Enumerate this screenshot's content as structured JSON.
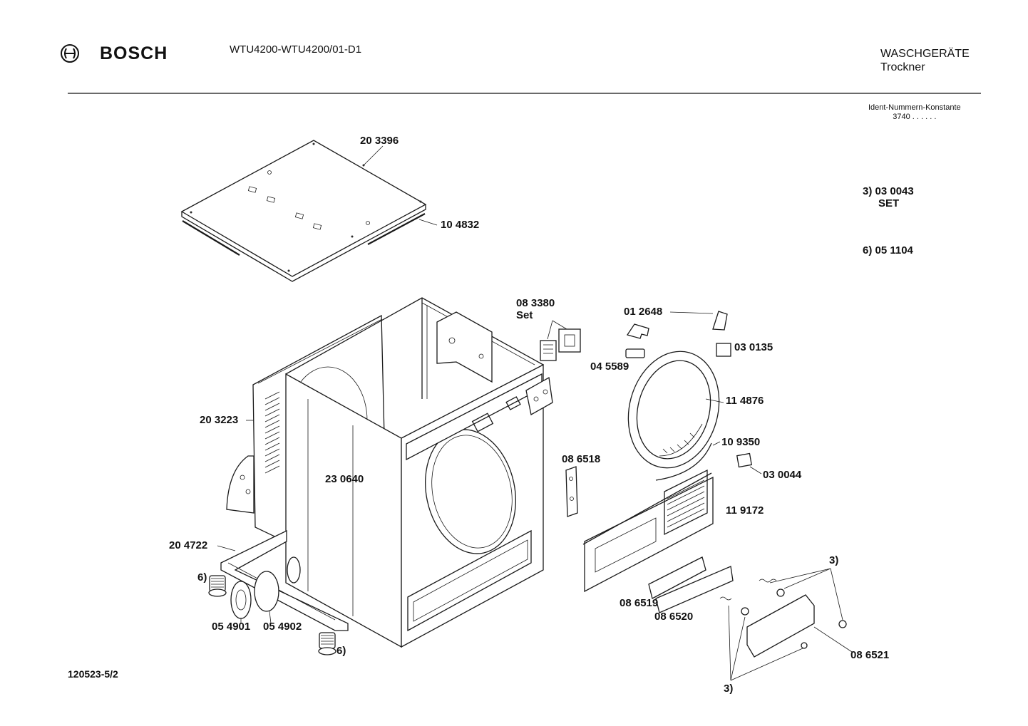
{
  "header": {
    "brand": "BOSCH",
    "model": "WTU4200-WTU4200/01-D1",
    "category": "WASCHGERÄTE",
    "subcategory": "Trockner",
    "ident_label": "Ident-Nummern-Konstante",
    "ident_value": "3740  . .   . . . ."
  },
  "notes": [
    {
      "line1": "3) 03 0043",
      "line2": "SET"
    },
    {
      "line1": "6) 05 1104"
    }
  ],
  "parts": {
    "p203396": "20 3396",
    "p104832": "10 4832",
    "p083380": "08 3380",
    "p083380b": "Set",
    "p012648": "01 2648",
    "p030135": "03 0135",
    "p045589": "04 5589",
    "p114876": "11 4876",
    "p203223": "20 3223",
    "p109350": "10 9350",
    "p086518": "08 6518",
    "p030044": "03 0044",
    "p230640": "23 0640",
    "p119172": "11 9172",
    "p204722": "20 4722",
    "p6a": "6)",
    "p3a": "3)",
    "p086519": "08 6519",
    "p086520": "08 6520",
    "p054901": "05 4901",
    "p054902": "05 4902",
    "p6b": "6)",
    "p086521": "08 6521",
    "p3b": "3)"
  },
  "footer": {
    "code": "120523-5/2"
  },
  "icons": {
    "logo": "bosch-armature-logo-icon"
  }
}
